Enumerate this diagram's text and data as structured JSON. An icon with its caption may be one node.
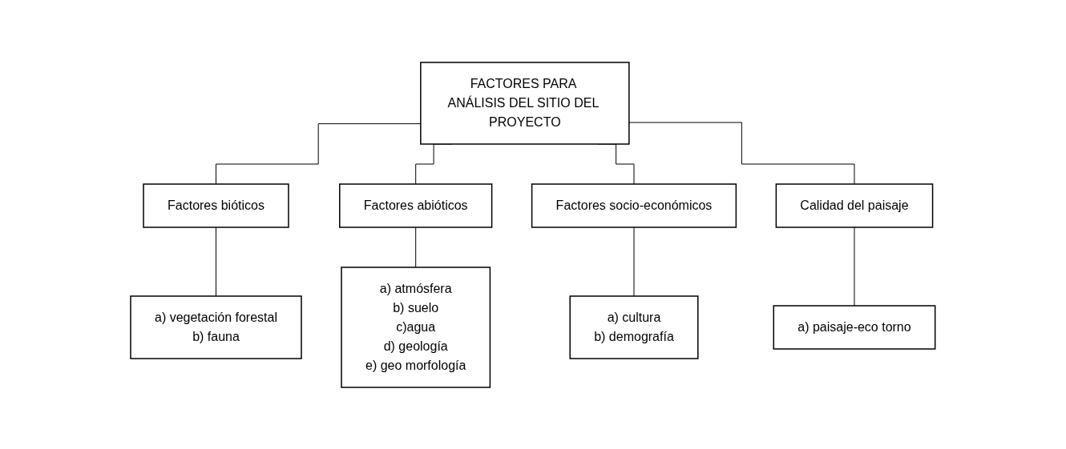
{
  "diagram": {
    "nodes": [
      {
        "text": [
          "FACTORES PARA ANÁLISIS DEL SITIO DEL PROYECTO"
        ]
      },
      {
        "text": [
          "Factores bióticos"
        ]
      },
      {
        "text": [
          "Factores abióticos"
        ]
      },
      {
        "text": [
          "Factores socio-económicos"
        ]
      },
      {
        "text": [
          "Calidad del paisaje"
        ]
      },
      {
        "text": [
          "a) vegetación forestal",
          "b) fauna"
        ]
      },
      {
        "text": [
          "a) atmósfera",
          "b) suelo",
          "c)agua",
          "d) geología",
          "e) geo morfología"
        ]
      },
      {
        "text": [
          "a) cultura",
          "b) demografía"
        ]
      },
      {
        "text": [
          "a) paisaje-eco torno"
        ]
      }
    ],
    "edges": [
      {
        "from": 0,
        "to": 1,
        "arrow": "none"
      },
      {
        "from": 0,
        "to": 2,
        "arrow": "none"
      },
      {
        "from": 0,
        "to": 3,
        "arrow": "none"
      },
      {
        "from": 0,
        "to": 4,
        "arrow": "none"
      },
      {
        "from": 1,
        "to": 5,
        "arrow": "none"
      },
      {
        "from": 2,
        "to": 6,
        "arrow": "none"
      },
      {
        "from": 3,
        "to": 7,
        "arrow": "none"
      },
      {
        "from": 4,
        "to": 8,
        "arrow": "none"
      }
    ]
  }
}
